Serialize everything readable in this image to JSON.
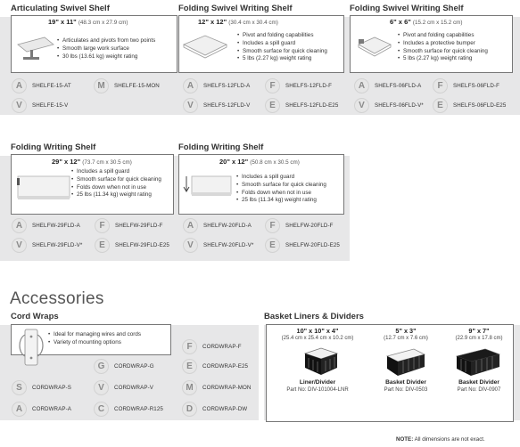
{
  "shelves": [
    {
      "title": "Articulating Swivel Shelf",
      "size": "19\" x 11\"",
      "metric": "(48.3 cm x 27.9 cm)",
      "features": [
        "Articulates and pivots from two points",
        "Smooth large work surface",
        "30 lbs (13.61 kg) weight rating"
      ],
      "skus": [
        {
          "badge": "A",
          "code": "SHELFE-15-AT"
        },
        {
          "badge": "M",
          "code": "SHELFE-15-MON"
        },
        {
          "badge": "V",
          "code": "SHELFE-15-V"
        }
      ]
    },
    {
      "title": "Folding Swivel Writing Shelf",
      "size": "12\" x 12\"",
      "metric": "(30.4 cm x 30.4 cm)",
      "features": [
        "Pivot and folding capabilities",
        "Includes a spill guard",
        "Smooth surface for quick cleaning",
        "5 lbs (2.27 kg) weight rating"
      ],
      "skus": [
        {
          "badge": "A",
          "code": "SHELFS-12FLD-A"
        },
        {
          "badge": "F",
          "code": "SHELFS-12FLD-F"
        },
        {
          "badge": "V",
          "code": "SHELFS-12FLD-V"
        },
        {
          "badge": "E",
          "code": "SHELFS-12FLD-E25"
        }
      ]
    },
    {
      "title": "Folding Swivel Writing Shelf",
      "size": "6\" x 6\"",
      "metric": "(15.2 cm x 15.2 cm)",
      "features": [
        "Pivot and folding capabilities",
        "Includes a protective bumper",
        "Smooth surface for quick cleaning",
        "5 lbs (2.27 kg) weight rating"
      ],
      "skus": [
        {
          "badge": "A",
          "code": "SHELFS-06FLD-A"
        },
        {
          "badge": "F",
          "code": "SHELFS-06FLD-F"
        },
        {
          "badge": "V",
          "code": "SHELFS-06FLD-V*"
        },
        {
          "badge": "E",
          "code": "SHELFS-06FLD-E25"
        }
      ]
    },
    {
      "title": "Folding Writing Shelf",
      "size": "29\" x 12\"",
      "metric": "(73.7 cm x 30.5 cm)",
      "features": [
        "Includes a spill guard",
        "Smooth surface for quick cleaning",
        "Folds down when not in use",
        "25 lbs (11.34 kg) weight rating"
      ],
      "skus": [
        {
          "badge": "A",
          "code": "SHELFW-29FLD-A"
        },
        {
          "badge": "F",
          "code": "SHELFW-29FLD-F"
        },
        {
          "badge": "V",
          "code": "SHELFW-29FLD-V*"
        },
        {
          "badge": "E",
          "code": "SHELFW-29FLD-E25"
        }
      ]
    },
    {
      "title": "Folding Writing Shelf",
      "size": "20\" x 12\"",
      "metric": "(50.8 cm x 30.5 cm)",
      "features": [
        "Includes a spill guard",
        "Smooth surface for quick cleaning",
        "Folds down when not in use",
        "25 lbs (11.34 kg) weight rating"
      ],
      "skus": [
        {
          "badge": "A",
          "code": "SHELFW-20FLD-A"
        },
        {
          "badge": "F",
          "code": "SHELFW-20FLD-F"
        },
        {
          "badge": "V",
          "code": "SHELFW-20FLD-V*"
        },
        {
          "badge": "E",
          "code": "SHELFW-20FLD-E25"
        }
      ]
    }
  ],
  "accessories": {
    "heading": "Accessories",
    "cord_wraps": {
      "title": "Cord Wraps",
      "features": [
        "Ideal for managing wires and cords",
        "Variety of mounting options"
      ],
      "skus": [
        {
          "badge": "F",
          "code": "CORDWRAP-F"
        },
        {
          "badge": "G",
          "code": "CORDWRAP-G"
        },
        {
          "badge": "E",
          "code": "CORDWRAP-E25"
        },
        {
          "badge": "S",
          "code": "CORDWRAP-S"
        },
        {
          "badge": "V",
          "code": "CORDWRAP-V"
        },
        {
          "badge": "M",
          "code": "CORDWRAP-MON"
        },
        {
          "badge": "A",
          "code": "CORDWRAP-A"
        },
        {
          "badge": "C",
          "code": "CORDWRAP-R125"
        },
        {
          "badge": "D",
          "code": "CORDWRAP-DW"
        }
      ]
    },
    "baskets": {
      "title": "Basket Liners & Dividers",
      "items": [
        {
          "size": "10\" x 10\" x 4\"",
          "metric": "(25.4 cm x 25.4 cm x 10.2 cm)",
          "name": "Liner/Divider",
          "part": "Part No: DIV-101004-LNR"
        },
        {
          "size": "5\" x 3\"",
          "metric": "(12.7 cm x 7.6 cm)",
          "name": "Basket Divider",
          "part": "Part No: DIV-0503"
        },
        {
          "size": "9\" x 7\"",
          "metric": "(22.9 cm x 17.8 cm)",
          "name": "Basket Divider",
          "part": "Part No: DIV-0907"
        }
      ]
    }
  },
  "note": {
    "label": "NOTE:",
    "text": " All dimensions are not exact."
  },
  "colors": {
    "band": "#e7e7e8",
    "badge": "#e6e6e6",
    "badge_letter": "#8a8a8a",
    "border": "#777777"
  }
}
